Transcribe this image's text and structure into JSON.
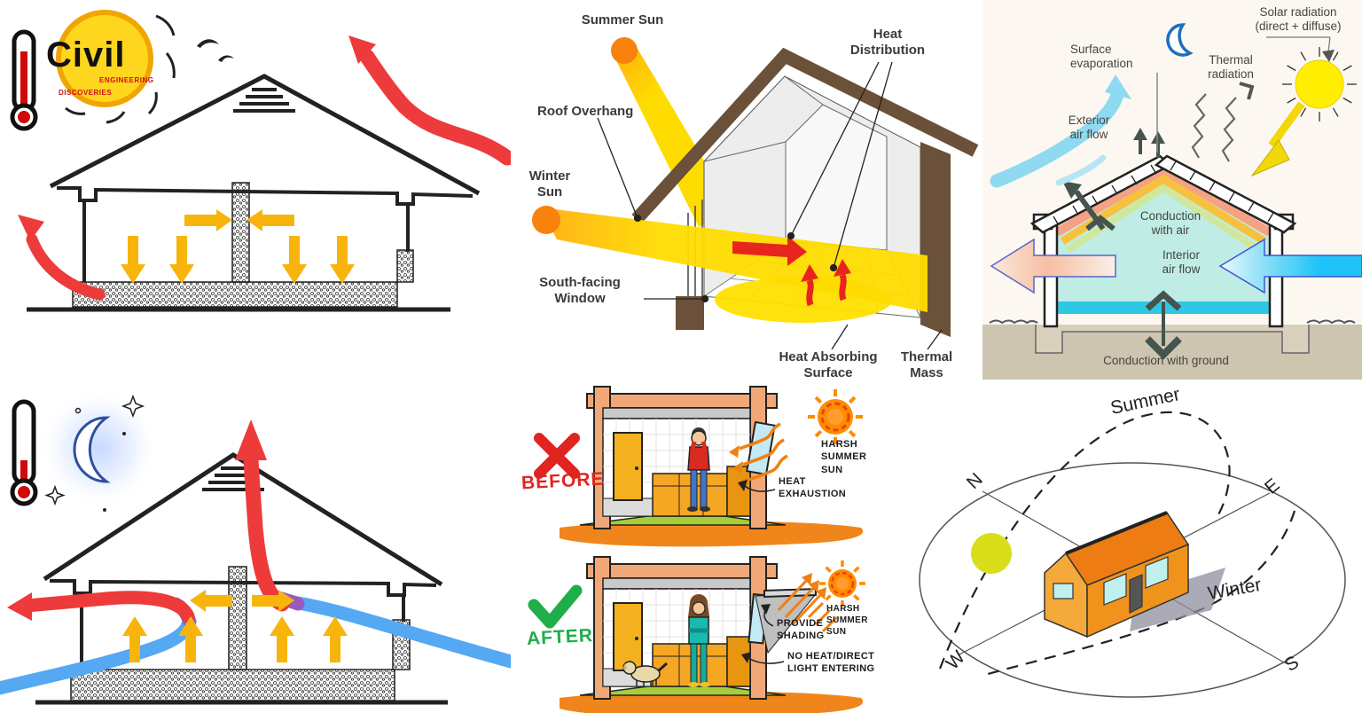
{
  "colors": {
    "arrow_yellow": "#F7B50C",
    "arrow_red": "#ED3B3B",
    "arrow_blue": "#55A8F2",
    "sun_orange": "#F8820C",
    "beam_yellow": "#FFDC00",
    "roof_brown": "#6B5139",
    "interior_cyan": "#BFEDE5",
    "ground_tan": "#CEC5B0",
    "frame_peach": "#F1A876",
    "heat_orange": "#F08010",
    "before_red": "#E02520",
    "after_green": "#1FAE4A",
    "sunpath_sun": "#D9DE1B",
    "house_orange": "#F0931D"
  },
  "day_loss": {
    "brand": "Civil",
    "brand_sub1": "ENGINEERING",
    "brand_sub2": "DISCOVERIES"
  },
  "passive_solar": {
    "summer_sun": "Summer Sun",
    "roof_overhang": "Roof Overhang",
    "winter_sun": "Winter\nSun",
    "south_facing_window": "South-facing\nWindow",
    "heat_distribution": "Heat\nDistribution",
    "heat_absorbing_surface": "Heat Absorbing\nSurface",
    "thermal_mass": "Thermal\nMass"
  },
  "heat_transfer": {
    "solar_radiation": "Solar radiation\n(direct + diffuse)",
    "surface_evaporation": "Surface\nevaporation",
    "thermal_radiation": "Thermal\nradiation",
    "exterior_air_flow": "Exterior\nair flow",
    "conduction_with_air": "Conduction\nwith air",
    "interior_air_flow": "Interior\nair flow",
    "conduction_with_ground": "Conduction with ground"
  },
  "before_after": {
    "before": "BEFORE",
    "after": "AFTER",
    "harsh_summer_sun": "HARSH\nSUMMER\nSUN",
    "heat_exhaustion": "HEAT\nEXHAUSTION",
    "provide_shading": "PROVIDE\nSHADING",
    "no_heat_entering": "NO HEAT/DIRECT\nLIGHT ENTERING"
  },
  "sun_path": {
    "summer": "Summer",
    "winter": "Winter",
    "north": "N",
    "east": "E",
    "west": "W",
    "south": "S"
  }
}
